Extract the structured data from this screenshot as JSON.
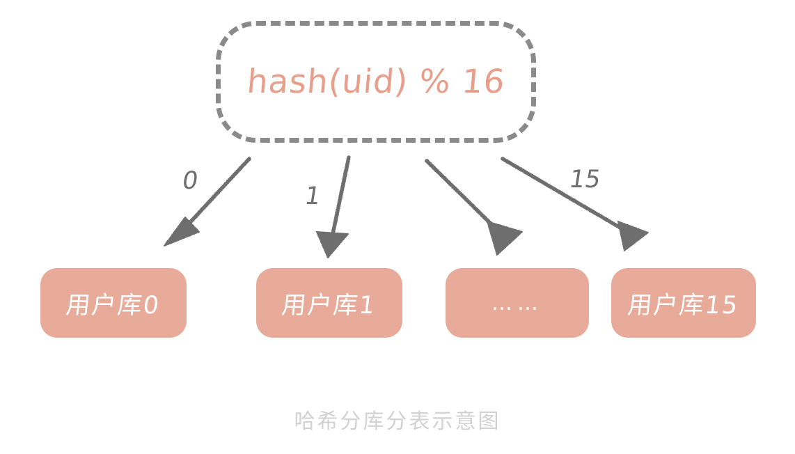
{
  "diagram": {
    "title_caption": "哈希分库分表示意图",
    "hash_node": {
      "label": "hash(uid) % 16",
      "border_color": "#8a8a8a",
      "text_color": "#e79f8c",
      "border_style": "dashed"
    },
    "arrows": [
      {
        "label": "0",
        "from": "hash-node",
        "to": "用户库0"
      },
      {
        "label": "1",
        "from": "hash-node",
        "to": "用户库1"
      },
      {
        "label": "",
        "from": "hash-node",
        "to": "……"
      },
      {
        "label": "15",
        "from": "hash-node",
        "to": "用户库15"
      }
    ],
    "shards": [
      {
        "label": "用户库0",
        "fill": "#e8ab99",
        "text_color": "#ffffff"
      },
      {
        "label": "用户库1",
        "fill": "#e8ab99",
        "text_color": "#ffffff"
      },
      {
        "label": "……",
        "fill": "#e8ab99",
        "text_color": "#ffffff"
      },
      {
        "label": "用户库15",
        "fill": "#e8ab99",
        "text_color": "#ffffff"
      }
    ],
    "colors": {
      "background": "#ffffff",
      "accent_salmon": "#e8ab99",
      "accent_text": "#e79f8c",
      "stroke_gray": "#6e6e6e",
      "caption_gray": "#d2d2d2"
    }
  }
}
